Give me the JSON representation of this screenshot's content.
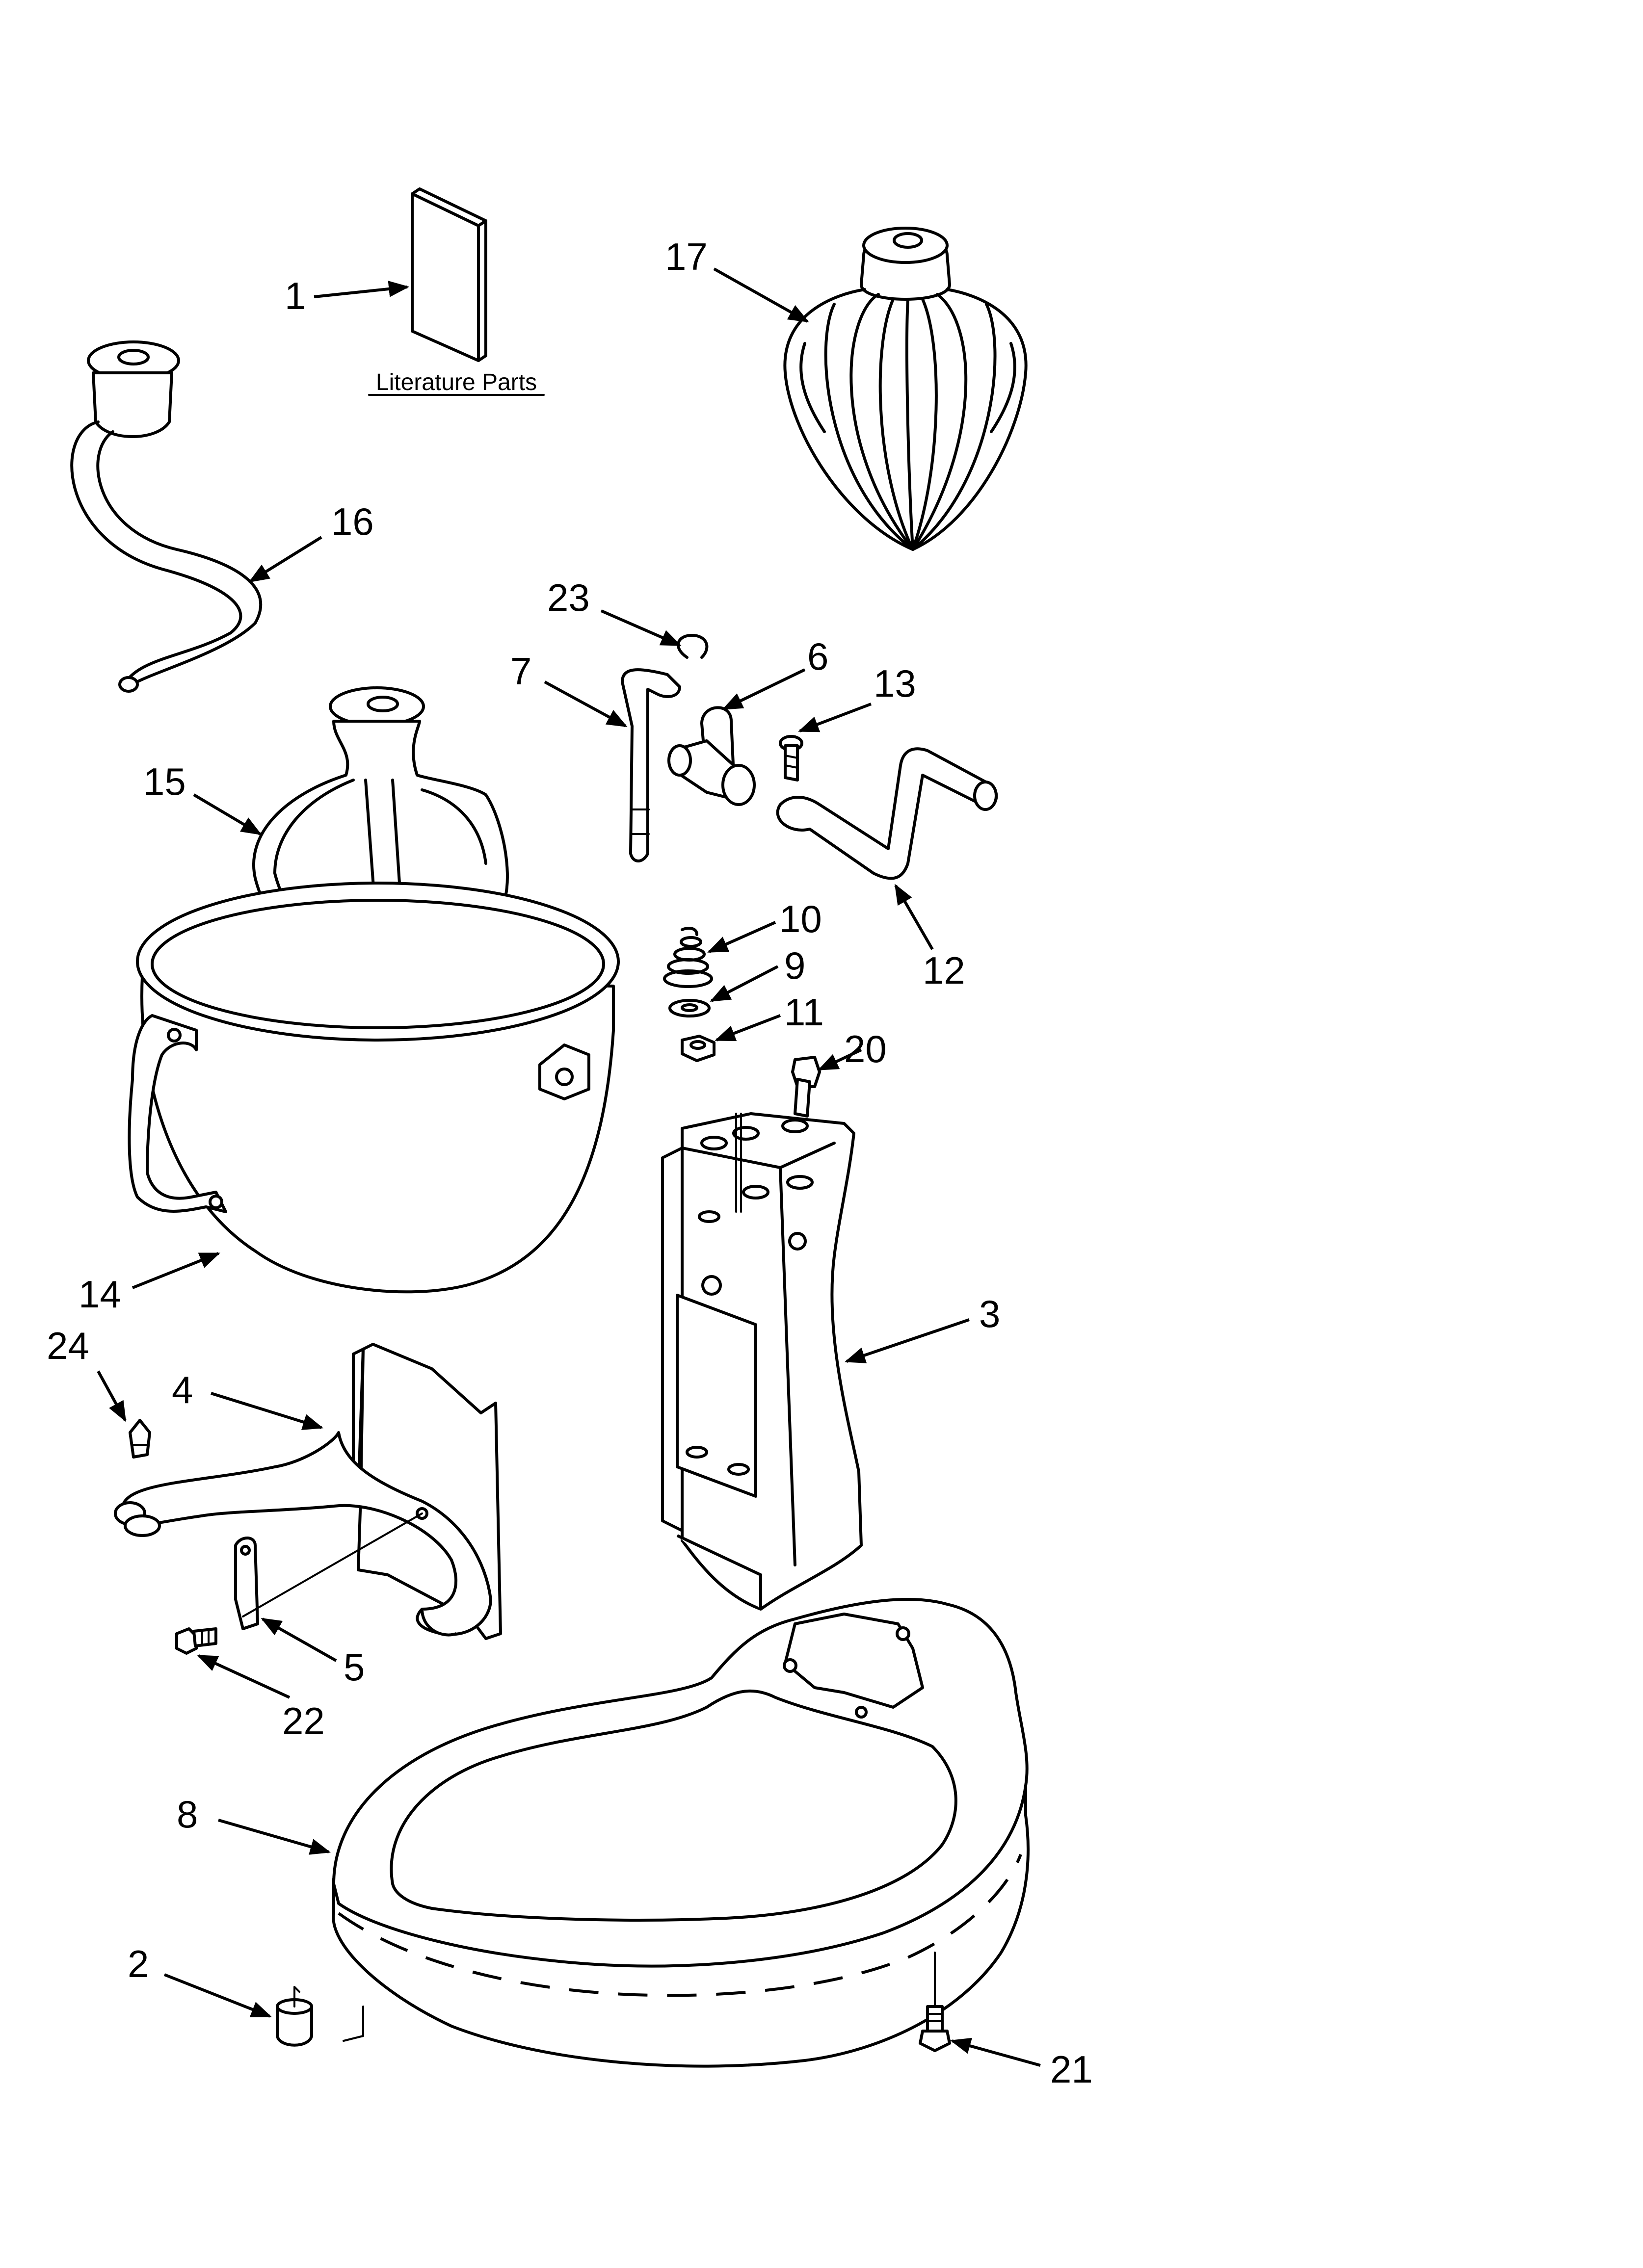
{
  "diagram": {
    "literature_caption": "Literature Parts",
    "callouts": [
      "1",
      "17",
      "16",
      "23",
      "6",
      "7",
      "13",
      "15",
      "10",
      "9",
      "11",
      "20",
      "12",
      "14",
      "3",
      "24",
      "4",
      "5",
      "22",
      "8",
      "2",
      "21"
    ]
  }
}
